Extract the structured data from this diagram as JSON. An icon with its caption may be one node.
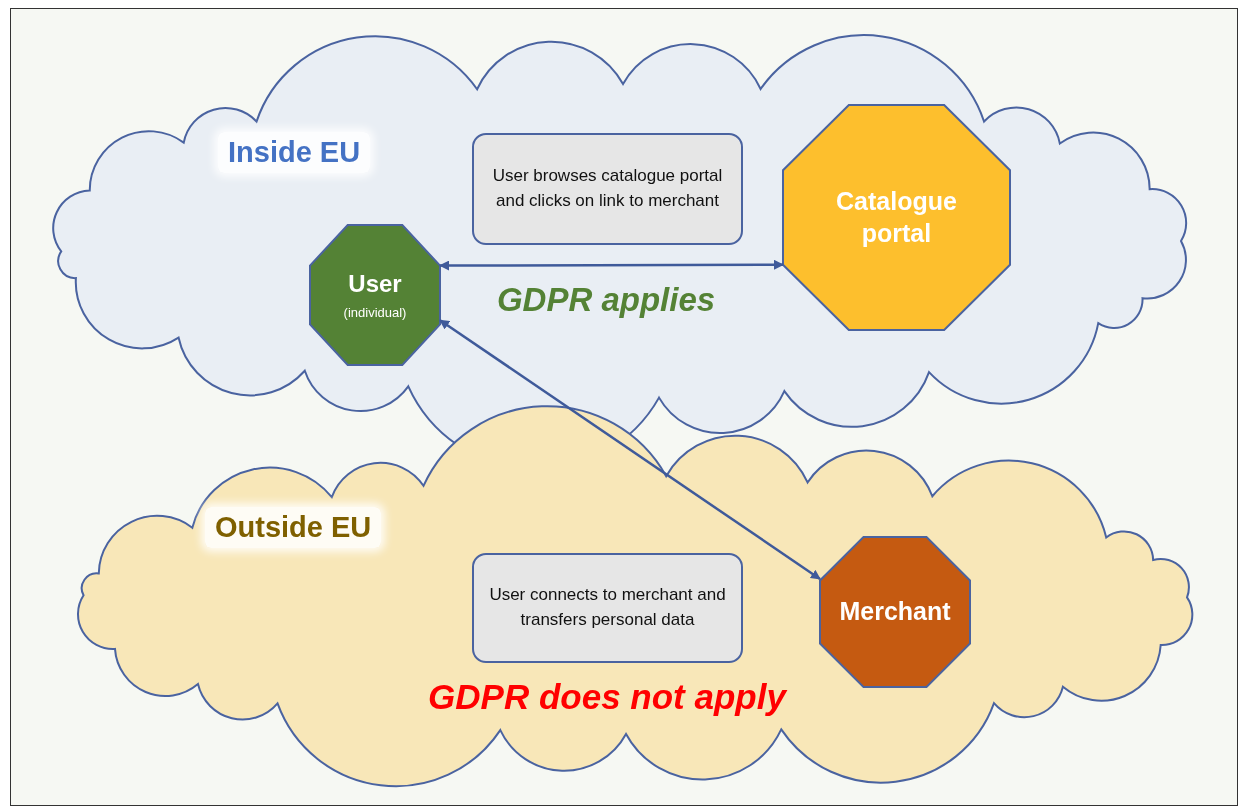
{
  "diagram": {
    "nodes": [
      {
        "text": [
          "Inside EU"
        ]
      },
      {
        "text": [
          "User",
          "(individual)"
        ],
        "in": 0
      },
      {
        "text": [
          "User browses catalogue portal and clicks on link to merchant"
        ],
        "in": 0
      },
      {
        "text": [
          "Catalogue portal"
        ],
        "in": 0
      },
      {
        "text": [
          "Outside EU"
        ]
      },
      {
        "text": [
          "User connects to merchant and transfers personal data"
        ],
        "in": 4
      },
      {
        "text": [
          "Merchant"
        ],
        "in": 4
      }
    ],
    "edges": [
      {
        "from": 1,
        "to": 3,
        "arrow": "both"
      },
      {
        "from": 1,
        "to": 6,
        "arrow": "both"
      }
    ],
    "labels": [
      "GDPR applies",
      "GDPR does not apply"
    ]
  }
}
